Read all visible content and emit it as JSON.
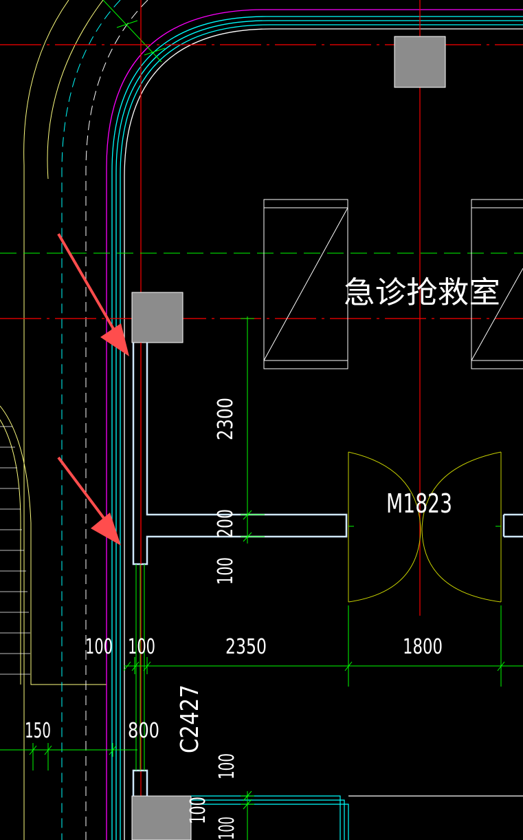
{
  "drawing": {
    "room_label": "急诊抢救室",
    "door_label": "M1823",
    "window_label": "C2427"
  },
  "dimensions": {
    "d_100_left": "100",
    "d_100_wall": "100",
    "d_2350": "2350",
    "d_1800": "1800",
    "d_2300": "2300",
    "d_200": "200",
    "d_100_vertical": "100",
    "d_150": "150",
    "d_800": "800",
    "d_100_lower": "100",
    "d_100_bottom": "100",
    "d_100_clip": "100"
  },
  "colors": {
    "background": "#000000",
    "axis_red": "#ff0000",
    "wall_magenta": "#ff00ff",
    "wall_cyan": "#00ffff",
    "wall_outline": "#cfe8ff",
    "dimension_green": "#00ff00",
    "column_gray": "#8c8c8c",
    "door_arc": "#c8d200",
    "road_yellow": "#ffff80",
    "arrow_annotation": "#ff4d4d"
  },
  "annotations": {
    "arrows": [
      {
        "name": "arrow-upper"
      },
      {
        "name": "arrow-lower"
      }
    ]
  }
}
